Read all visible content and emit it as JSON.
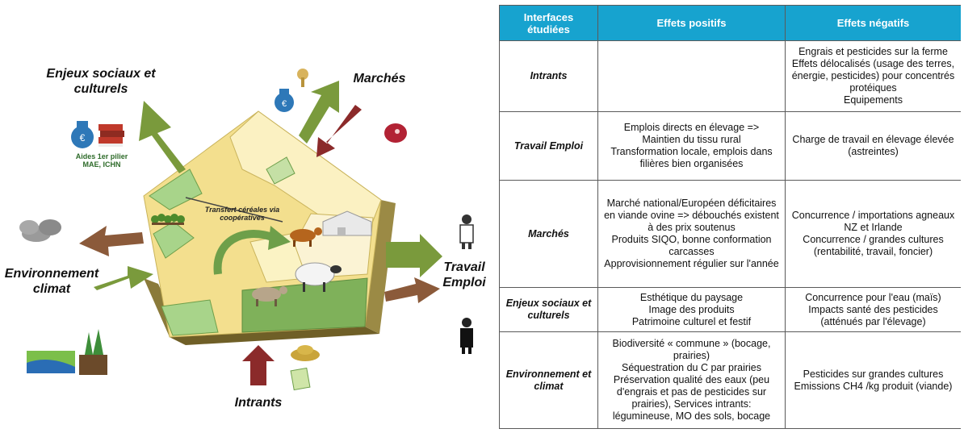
{
  "diagram": {
    "labels": {
      "social": "Enjeux sociaux et culturels",
      "markets": "Marchés",
      "environment": "Environnement climat",
      "work": "Travail Emploi",
      "inputs": "Intrants",
      "aids": "Aides 1er pilier MAE, ICHN",
      "transfer": "Transfert céréales via coopératives"
    },
    "icons": [
      "money-bag-icon",
      "books-icon",
      "rattle-icon",
      "meat-icon",
      "cloud-icon",
      "farmer-icon",
      "worker-icon",
      "landscape-icon",
      "crop-icon",
      "grain-pile-icon",
      "fertilizer-bag-icon",
      "cow-icon",
      "sheep-icon",
      "barn-icon",
      "trees-icon"
    ],
    "colors": {
      "field_yellow": "#f5e6a0",
      "field_light": "#fbf3c4",
      "field_green": "#9ccb7a",
      "field_dark_green": "#6e9f4a",
      "arrow_green": "#7a9a3c",
      "arrow_red": "#8b2a2a"
    }
  },
  "table": {
    "headers": [
      "Interfaces étudiées",
      "Effets positifs",
      "Effets négatifs"
    ],
    "rows": [
      {
        "interface": "Intrants",
        "positive": [],
        "negative": [
          "Engrais et pesticides sur la ferme",
          "Effets délocalisés (usage des terres, énergie, pesticides) pour concentrés protéiques",
          "Equipements"
        ]
      },
      {
        "interface": "Travail Emploi",
        "positive": [
          "Emplois directs en élevage =>",
          "Maintien du tissu rural",
          "Transformation locale, emplois dans filières bien organisées"
        ],
        "negative": [
          "Charge de travail en élevage élevée (astreintes)"
        ]
      },
      {
        "interface": "Marchés",
        "positive": [
          "Marché national/Européen déficitaires en viande ovine => débouchés existent à des prix soutenus",
          "Produits SIQO, bonne conformation carcasses",
          "Approvisionnement régulier sur l'année"
        ],
        "negative": [
          "Concurrence / importations agneaux NZ et Irlande",
          "Concurrence / grandes cultures (rentabilité, travail, foncier)"
        ]
      },
      {
        "interface": "Enjeux sociaux et culturels",
        "positive": [
          "Esthétique du paysage",
          "Image des produits",
          "Patrimoine culturel et festif"
        ],
        "negative": [
          "Concurrence pour l'eau (maïs)",
          "Impacts santé des pesticides (atténués par l'élevage)"
        ]
      },
      {
        "interface": "Environnement et climat",
        "positive": [
          "Biodiversité « commune » (bocage, prairies)",
          "Séquestration du C par prairies",
          "Préservation qualité des eaux (peu d'engrais et pas de pesticides sur prairies), Services intrants: légumineuse, MO des sols, bocage"
        ],
        "negative": [
          "Pesticides sur grandes cultures",
          "Emissions CH4 /kg produit (viande)"
        ]
      }
    ]
  }
}
